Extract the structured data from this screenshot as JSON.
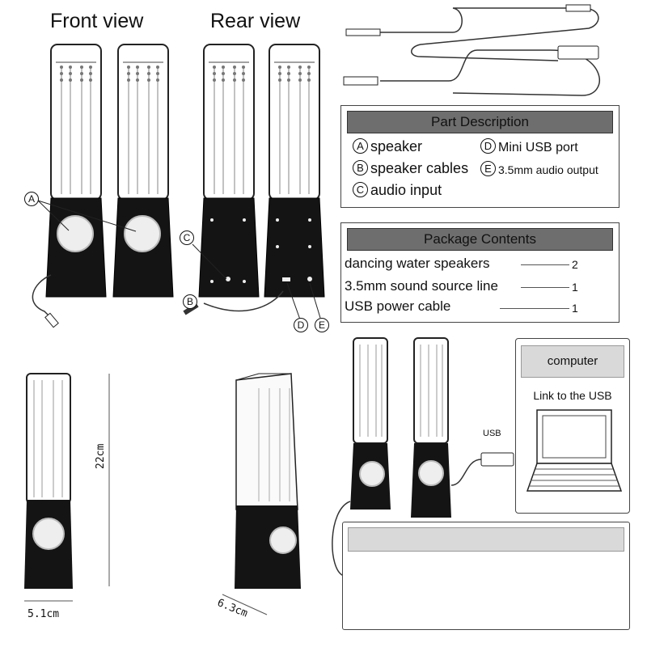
{
  "views": {
    "front": "Front view",
    "rear": "Rear view"
  },
  "part_description": {
    "title": "Part Description",
    "items": [
      {
        "letter": "A",
        "label": "speaker"
      },
      {
        "letter": "B",
        "label": "speaker cables"
      },
      {
        "letter": "C",
        "label": "audio input"
      },
      {
        "letter": "D",
        "label": "Mini USB port"
      },
      {
        "letter": "E",
        "label": "3.5mm audio output"
      }
    ]
  },
  "package_contents": {
    "title": "Package Contents",
    "items": [
      {
        "label": "dancing water speakers",
        "qty": "2"
      },
      {
        "label": "3.5mm sound source line",
        "qty": "1"
      },
      {
        "label": "USB power cable",
        "qty": "1"
      }
    ]
  },
  "callouts": {
    "a": "A",
    "b": "B",
    "c": "C",
    "d": "D",
    "e": "E"
  },
  "dimensions": {
    "height": "22cm",
    "width_front": "5.1cm",
    "width_depth": "6.3cm"
  },
  "connection": {
    "usb_label": "USB",
    "computer_title": "computer",
    "computer_caption": "Link to the USB"
  }
}
